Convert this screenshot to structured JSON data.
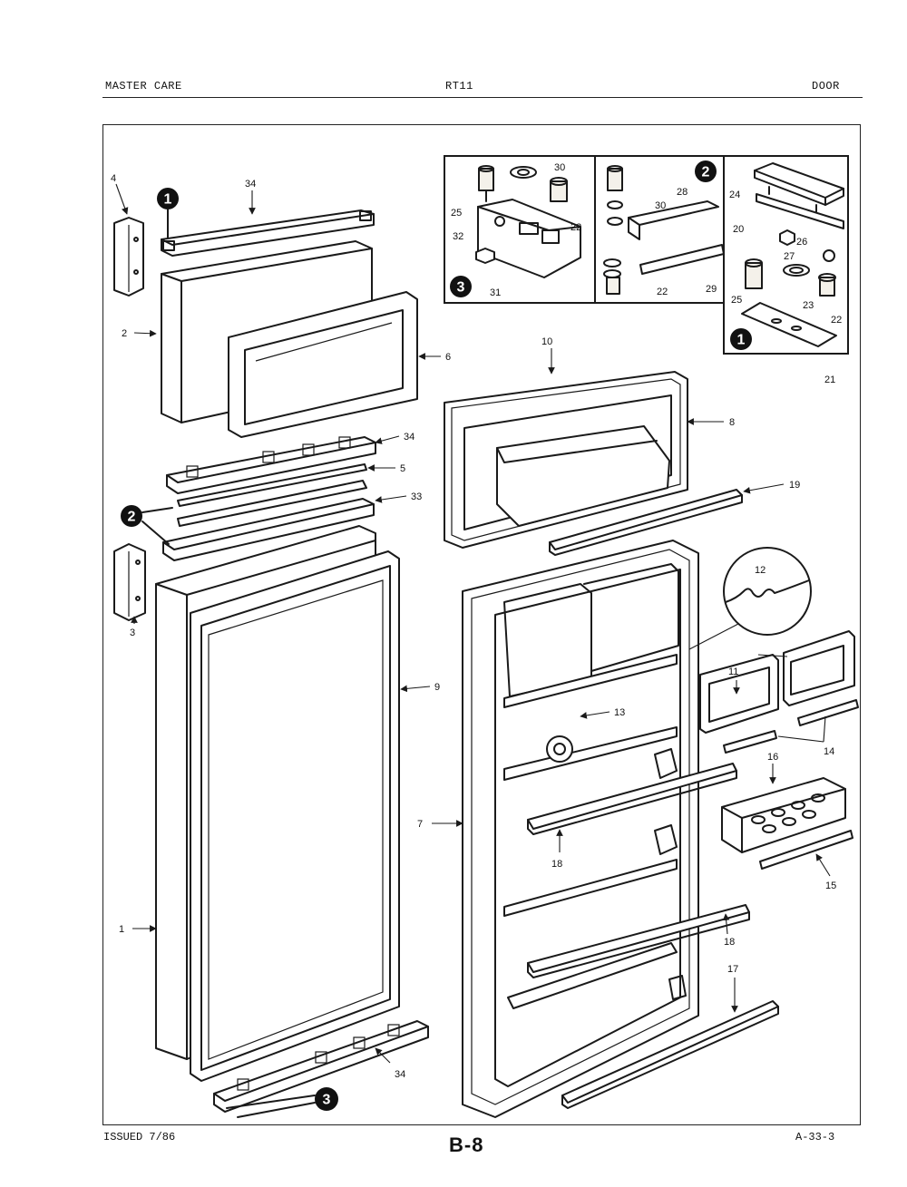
{
  "header": {
    "left": "MASTER CARE",
    "center": "RT11",
    "right": "DOOR"
  },
  "footer": {
    "issued": "ISSUED 7/86",
    "page_code": "B-8",
    "ref": "A-33-3"
  },
  "callouts": {
    "c1": "1",
    "c2": "2",
    "c3": "3",
    "c4": "4",
    "c5": "5",
    "c6": "6",
    "c7": "7",
    "c8": "8",
    "c9": "9",
    "c10": "10",
    "c11": "11",
    "c12": "12",
    "c13": "13",
    "c14": "14",
    "c15": "15",
    "c16": "16",
    "c17": "17",
    "c18": "18",
    "c19": "19",
    "c20": "20",
    "c21": "21",
    "c22": "22",
    "c23": "23",
    "c24": "24",
    "c25": "25",
    "c26": "26",
    "c27": "27",
    "c28": "28",
    "c29": "29",
    "c30": "30",
    "c31": "31",
    "c32": "32",
    "c33": "33",
    "c34": "34"
  },
  "badges": {
    "one": "1",
    "two": "2",
    "three": "3"
  }
}
